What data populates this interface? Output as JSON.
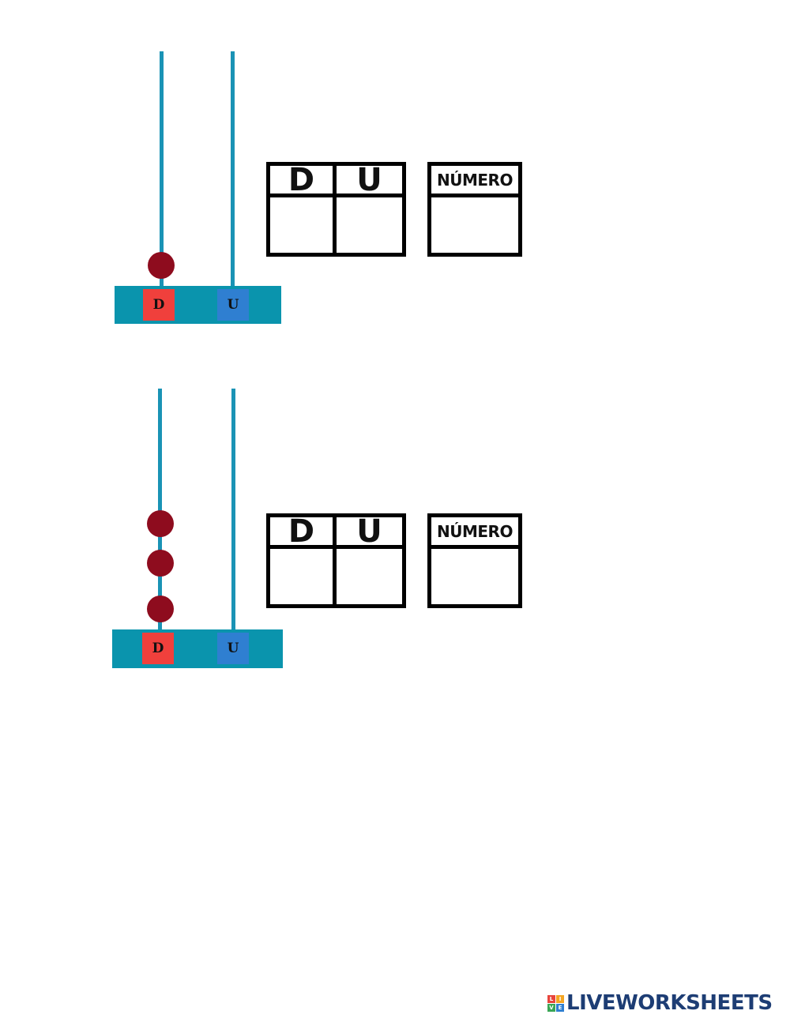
{
  "exercises": [
    {
      "abacus": {
        "tens_label": "D",
        "units_label": "U",
        "tens_beads": 1,
        "units_beads": 0
      },
      "place_table": {
        "tens_header": "D",
        "units_header": "U",
        "tens_value": "",
        "units_value": ""
      },
      "number_table": {
        "header": "NÚMERO",
        "value": ""
      }
    },
    {
      "abacus": {
        "tens_label": "D",
        "units_label": "U",
        "tens_beads": 3,
        "units_beads": 0
      },
      "place_table": {
        "tens_header": "D",
        "units_header": "U",
        "tens_value": "",
        "units_value": ""
      },
      "number_table": {
        "header": "NÚMERO",
        "value": ""
      }
    }
  ],
  "colors": {
    "rod": "#1a93b5",
    "base": "#0a94ad",
    "tens_tag": "#f0403c",
    "units_tag": "#2f7fd1",
    "bead": "#8e0c1e"
  },
  "footer": {
    "logo_text": "LIVEWORKSHEETS",
    "logo_mark_letters": [
      "L",
      "I",
      "V",
      "E"
    ]
  }
}
